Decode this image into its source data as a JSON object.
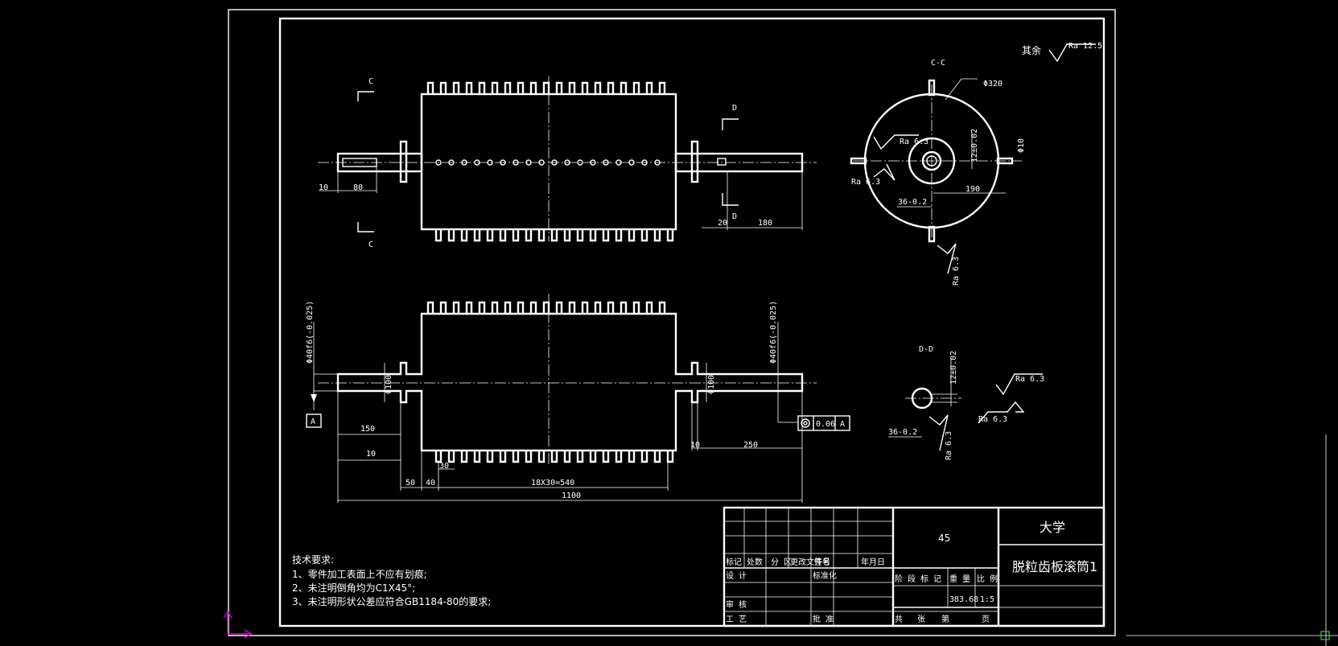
{
  "labels": {
    "section_c": "C",
    "section_d": "D",
    "section_cc": "C-C",
    "section_dd": "D-D",
    "remain": "其余",
    "ra_12_5": "Ra 12.5",
    "ra_6_3": "Ra 6.3",
    "datum_a": "A"
  },
  "dims": {
    "d10": "10",
    "d80": "80",
    "d20": "20",
    "d180": "180",
    "d150": "150",
    "d50": "50",
    "d40": "40",
    "d30": "30",
    "d250": "250",
    "d18x30": "18X30=540",
    "d1100": "1100",
    "phi320": "Φ320",
    "phi10": "Φ10",
    "d190": "190",
    "tol12": "12±0.02",
    "tol36": "36-0.2",
    "phi40": "Φ40f6(-0.025)",
    "phi100": "Φ100",
    "runout": "0.06"
  },
  "notes": {
    "title": "技术要求:",
    "line1": "1、零件加工表面上不应有划痕;",
    "line2": "2、未注明倒角均为C1X45°;",
    "line3": "3、未注明形状公差应符合GB1184-80的要求;"
  },
  "title_block": {
    "material": "45",
    "university": "大学",
    "part_name": "脱粒齿板滚筒1",
    "h_biaoji": "标记",
    "h_chushu": "处数",
    "h_fenqu": "分 区",
    "h_gengai": "更改文件号",
    "h_qianming": "签名",
    "h_nianyueri": "年月日",
    "h_sheji": "设 计",
    "h_biaozhunhua": "标准化",
    "h_shenhe": "审 核",
    "h_gongyi": "工 艺",
    "h_pizhun": "批 准",
    "h_jieduan": "阶 段 标 记",
    "h_zhongliang": "重 量",
    "h_bili": "比 例",
    "weight": "383.68",
    "scale": "1:5",
    "h_gong": "共",
    "h_zhang": "张",
    "h_di": "第",
    "h_ye": "页"
  }
}
